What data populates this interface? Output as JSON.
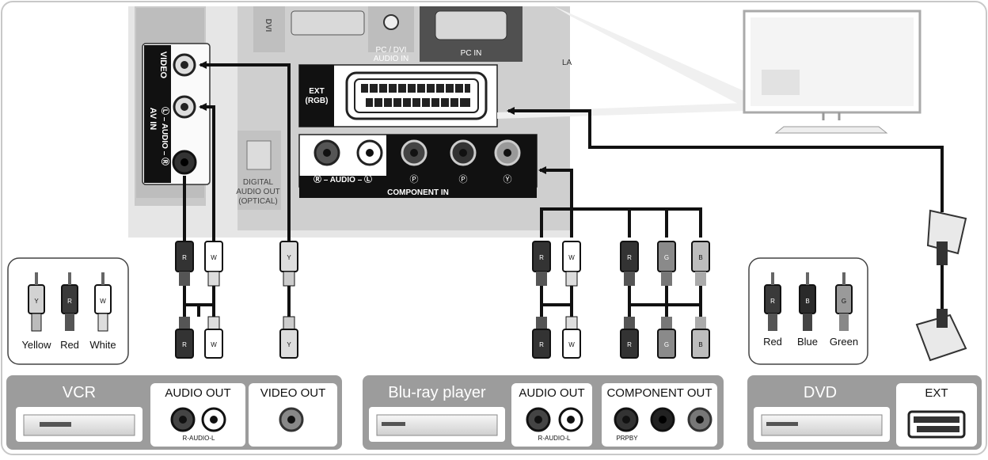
{
  "tv_panel": {
    "port_video": "VIDEO",
    "av_in_label": "AV IN",
    "av_audio_label": "Ⓛ – AUDIO – Ⓡ",
    "dvi_label": "DVI",
    "pc_dvi_audio": [
      "PC / DVI",
      "AUDIO IN"
    ],
    "pc_in": "PC IN",
    "lan_fragment": "LA",
    "ext_rgb": [
      "EXT",
      "(RGB)"
    ],
    "digital_audio": [
      "DIGITAL",
      "AUDIO OUT",
      "(OPTICAL)"
    ],
    "component_audio": "Ⓡ – AUDIO – Ⓛ",
    "component_pr": "Ⓟ",
    "component_pb": "Ⓟ",
    "component_y": "Ⓨ",
    "component_in": "COMPONENT IN"
  },
  "legend_left": {
    "items": [
      {
        "letter": "Y",
        "label": "Yellow",
        "color": "#cfcfcf"
      },
      {
        "letter": "R",
        "label": "Red",
        "color": "#3a3a3a"
      },
      {
        "letter": "W",
        "label": "White",
        "color": "#f2f2f2"
      }
    ]
  },
  "legend_right": {
    "items": [
      {
        "letter": "R",
        "label": "Red",
        "color": "#3a3a3a"
      },
      {
        "letter": "B",
        "label": "Blue",
        "color": "#2a2a2a"
      },
      {
        "letter": "G",
        "label": "Green",
        "color": "#9a9a9a"
      }
    ]
  },
  "plug_letters": {
    "vcr": [
      "R",
      "W",
      "Y"
    ],
    "bluray": [
      "R",
      "W",
      "R",
      "G",
      "B"
    ]
  },
  "devices": {
    "vcr": {
      "name": "VCR",
      "audio_out": "AUDIO OUT",
      "audio_sub": "R-AUDIO-L",
      "video_out": "VIDEO OUT"
    },
    "bluray": {
      "name": "Blu-ray player",
      "audio_out": "AUDIO OUT",
      "audio_sub": "R-AUDIO-L",
      "component_out": "COMPONENT OUT",
      "component_sub": "PRPBY"
    },
    "dvd": {
      "name": "DVD",
      "ext": "EXT"
    }
  },
  "colors": {
    "panel_bg": "#e4e4e4",
    "device_bar": "#9a9a9a",
    "cable": "#111111"
  }
}
